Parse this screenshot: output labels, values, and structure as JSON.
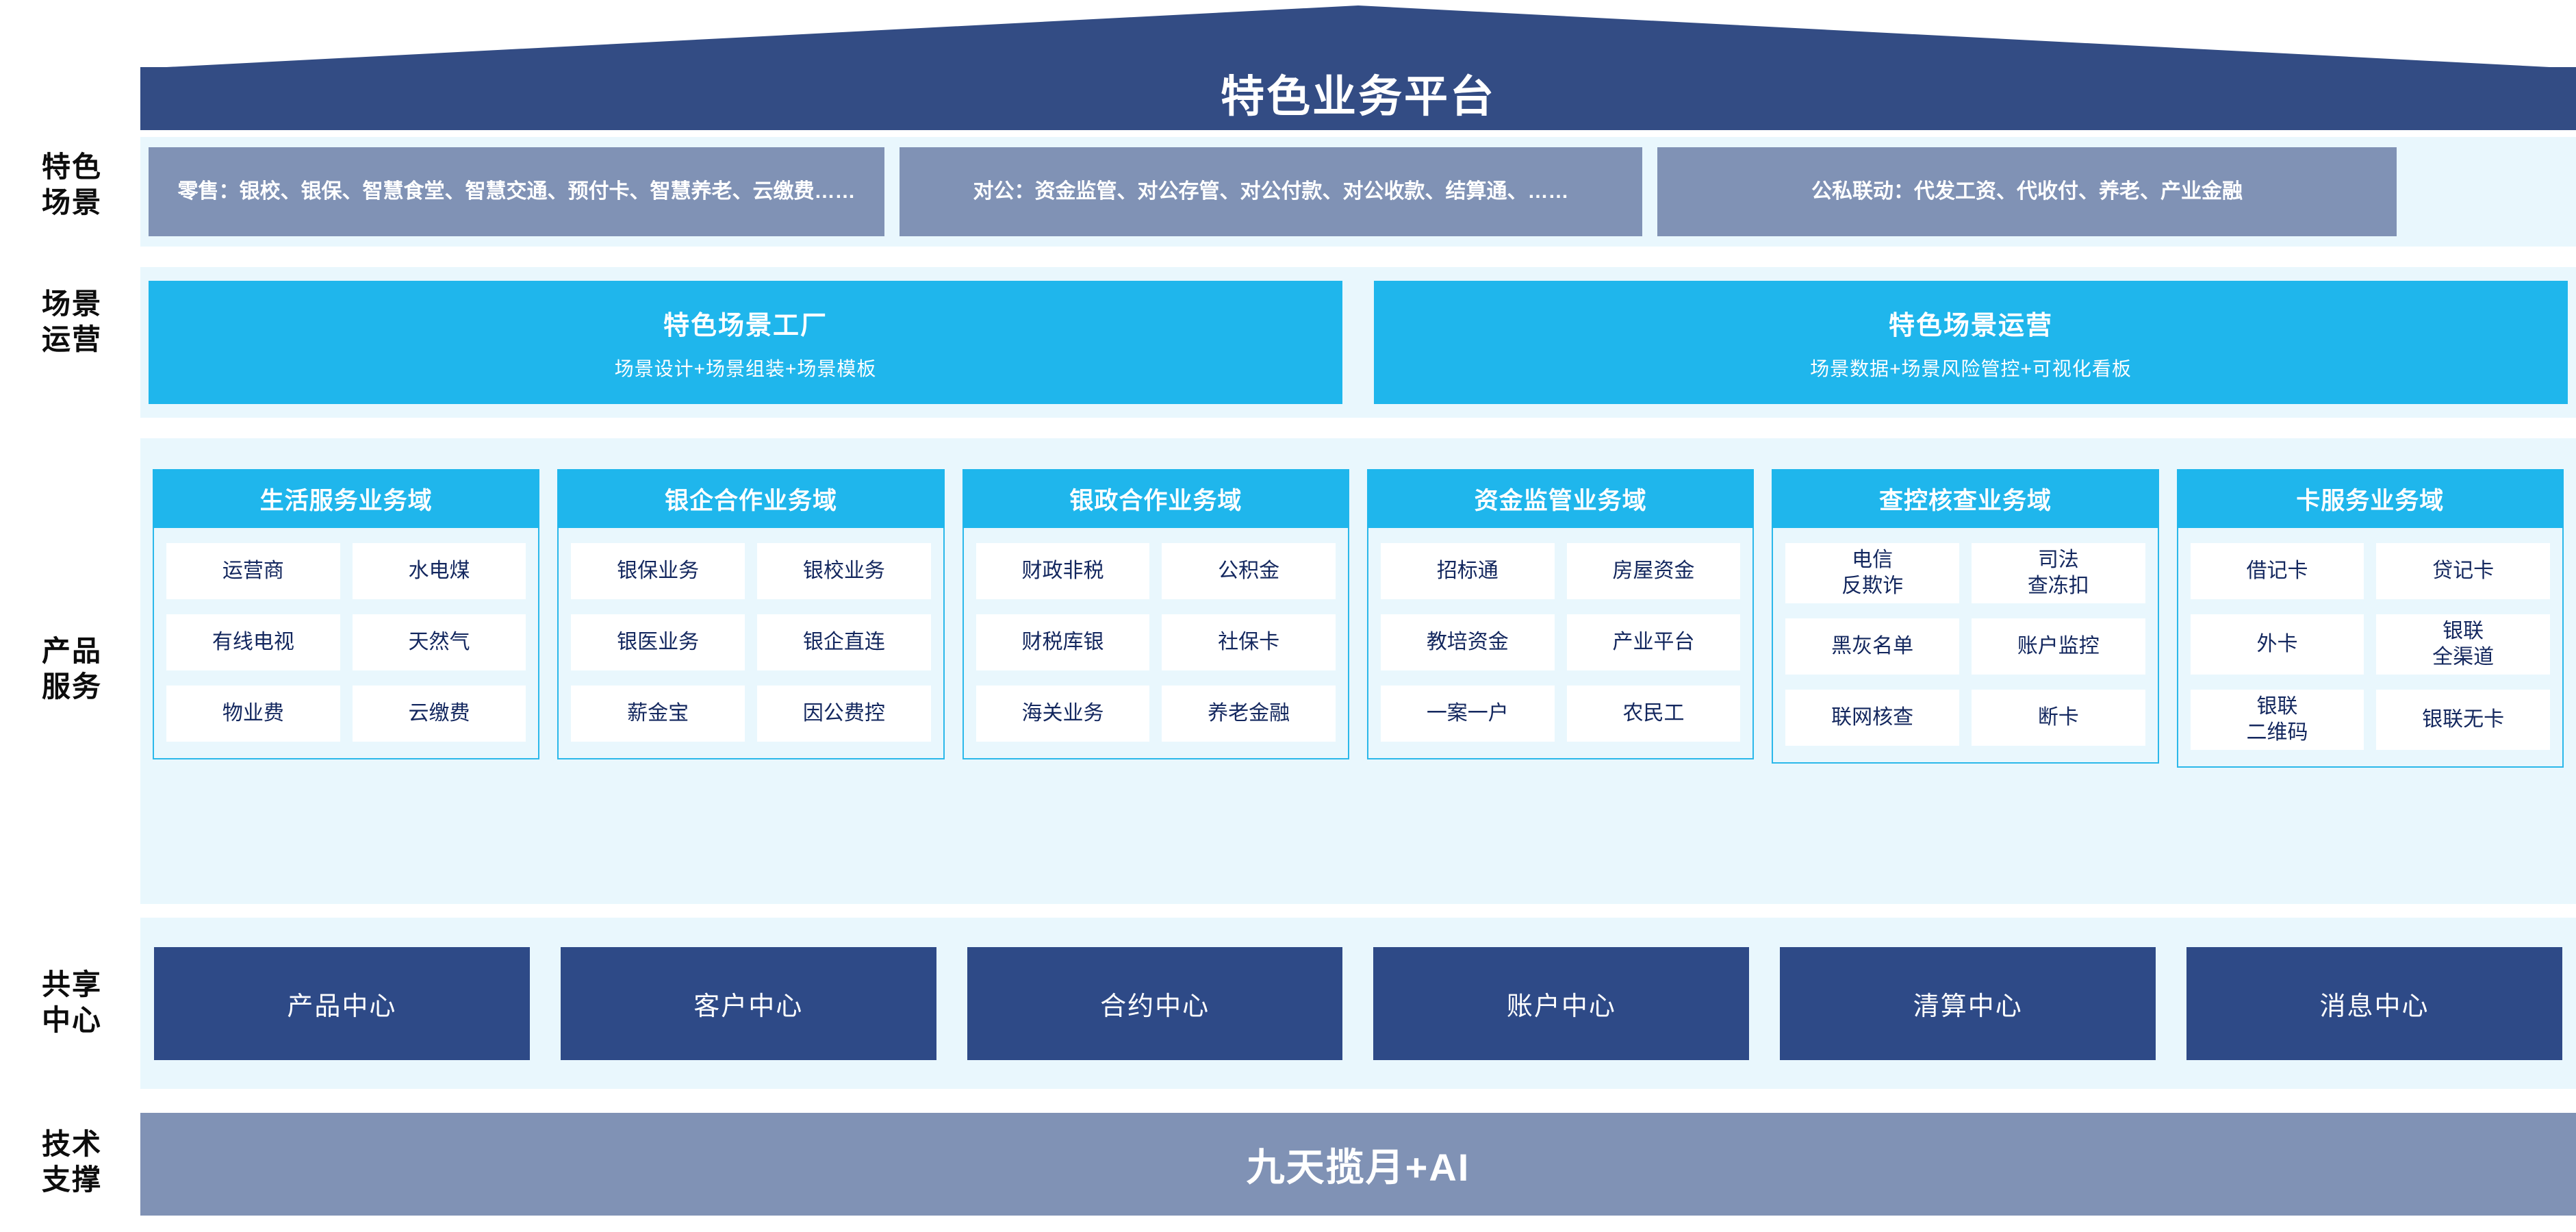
{
  "header": {
    "title": "特色业务平台"
  },
  "row_labels": {
    "scene": "特色\n场景",
    "operation": "场景\n运营",
    "product": "产品\n服务",
    "shared": "共享\n中心",
    "tech": "技术\n支撑"
  },
  "scenes": {
    "retail": "零售：银校、银保、智慧食堂、智慧交通、预付卡、智慧养老、云缴费……",
    "corporate": "对公：资金监管、对公存管、对公付款、对公收款、结算通、……",
    "linkage": "公私联动：代发工资、代收付、养老、产业金融"
  },
  "operations": [
    {
      "title": "特色场景工厂",
      "subtitle": "场景设计+场景组装+场景模板"
    },
    {
      "title": "特色场景运营",
      "subtitle": "场景数据+场景风险管控+可视化看板"
    }
  ],
  "domains": [
    {
      "title": "生活服务业务域",
      "rows": [
        [
          "运营商",
          "水电煤"
        ],
        [
          "有线电视",
          "天然气"
        ],
        [
          "物业费",
          "云缴费"
        ]
      ]
    },
    {
      "title": "银企合作业务域",
      "rows": [
        [
          "银保业务",
          "银校业务"
        ],
        [
          "银医业务",
          "银企直连"
        ],
        [
          "薪金宝",
          "因公费控"
        ]
      ]
    },
    {
      "title": "银政合作业务域",
      "rows": [
        [
          "财政非税",
          "公积金"
        ],
        [
          "财税库银",
          "社保卡"
        ],
        [
          "海关业务",
          "养老金融"
        ]
      ]
    },
    {
      "title": "资金监管业务域",
      "rows": [
        [
          "招标通",
          "房屋资金"
        ],
        [
          "教培资金",
          "产业平台"
        ],
        [
          "一案一户",
          "农民工"
        ]
      ]
    },
    {
      "title": "查控核查业务域",
      "rows": [
        [
          "电信\n反欺诈",
          "司法\n查冻扣"
        ],
        [
          "黑灰名单",
          "账户监控"
        ],
        [
          "联网核查",
          "断卡"
        ]
      ]
    },
    {
      "title": "卡服务业务域",
      "rows": [
        [
          "借记卡",
          "贷记卡"
        ],
        [
          "外卡",
          "银联\n全渠道"
        ],
        [
          "银联\n二维码",
          "银联无卡"
        ]
      ]
    }
  ],
  "shared_centers": [
    "产品中心",
    "客户中心",
    "合约中心",
    "账户中心",
    "清算中心",
    "消息中心"
  ],
  "tech_support": {
    "label": "九天揽月+AI"
  },
  "colors": {
    "roof_navy": "#334c84",
    "band_light": "#e9f7fd",
    "cyan": "#1fb6ec",
    "slate_blue": "#8092b5",
    "deep_navy": "#2e4a87",
    "tile_text": "#13275e"
  }
}
